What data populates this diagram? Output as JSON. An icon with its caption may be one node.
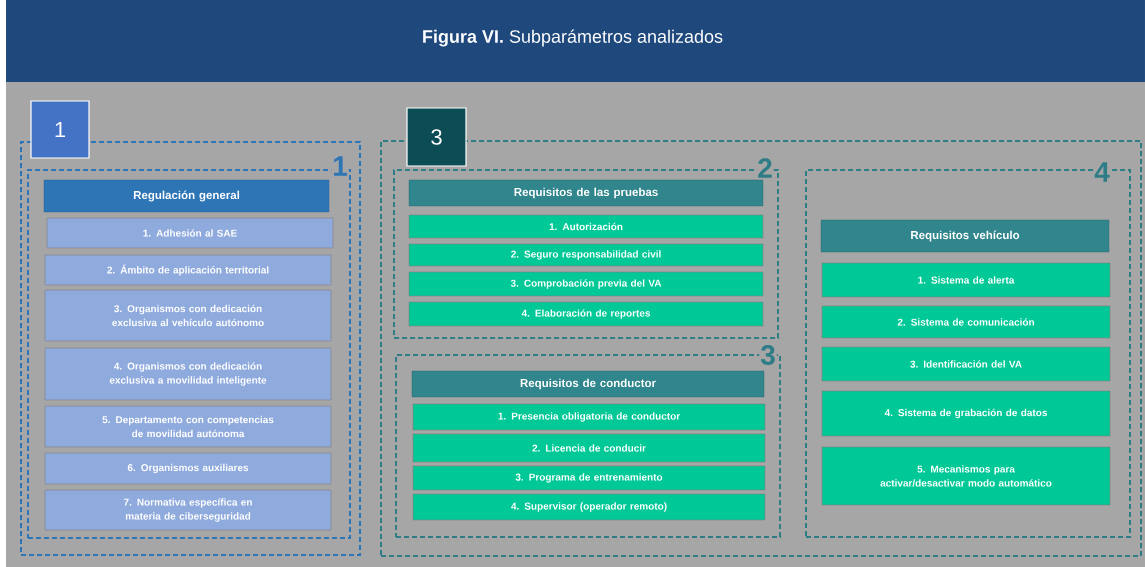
{
  "diagram": {
    "title": "**Figura VI.** Subparámetros analizados",
    "nodes": [
      {
        "text": [
          "1"
        ]
      },
      {
        "text": [
          "1"
        ],
        "in": 0
      },
      {
        "text": [
          "Regulación general"
        ],
        "in": 1
      },
      {
        "text": [
          "1. Adhesión al SAE"
        ],
        "in": 1
      },
      {
        "text": [
          "2. Ámbito de aplicación territorial"
        ],
        "in": 1
      },
      {
        "text": [
          "3. Organismos con dedicación exclusiva al vehículo autónomo"
        ],
        "in": 1
      },
      {
        "text": [
          "4. Organismos con dedicación exclusiva a movilidad inteligente"
        ],
        "in": 1
      },
      {
        "text": [
          "5. Departamento con competencias de movilidad autónoma"
        ],
        "in": 1
      },
      {
        "text": [
          "6. Organismos auxiliares"
        ],
        "in": 1
      },
      {
        "text": [
          "7. Normativa específica en materia de ciberseguridad"
        ],
        "in": 1
      },
      {
        "text": [
          "3"
        ]
      },
      {
        "text": [
          "2"
        ],
        "in": 10
      },
      {
        "text": [
          "Requisitos de las pruebas"
        ],
        "in": 11
      },
      {
        "text": [
          "1. Autorización"
        ],
        "in": 11
      },
      {
        "text": [
          "2. Seguro responsabilidad civil"
        ],
        "in": 11
      },
      {
        "text": [
          "3. Comprobación previa del VA"
        ],
        "in": 11
      },
      {
        "text": [
          "4. Elaboración de reportes"
        ],
        "in": 11
      },
      {
        "text": [
          "3"
        ],
        "in": 10
      },
      {
        "text": [
          "Requisitos de conductor"
        ],
        "in": 17
      },
      {
        "text": [
          "1. Presencia obligatoria de conductor"
        ],
        "in": 17
      },
      {
        "text": [
          "2. Licencia de conducir"
        ],
        "in": 17
      },
      {
        "text": [
          "3. Programa de entrenamiento"
        ],
        "in": 17
      },
      {
        "text": [
          "4. Supervisor (operador remoto)"
        ],
        "in": 17
      },
      {
        "text": [
          "4"
        ],
        "in": 10
      },
      {
        "text": [
          "Requisitos vehículo"
        ],
        "in": 23
      },
      {
        "text": [
          "1. Sistema de alerta"
        ],
        "in": 23
      },
      {
        "text": [
          "2. Sistema de comunicación"
        ],
        "in": 23
      },
      {
        "text": [
          "3. Identificación del VA"
        ],
        "in": 23
      },
      {
        "text": [
          "4. Sistema de grabación de datos"
        ],
        "in": 23
      },
      {
        "text": [
          "5. Mecanismos para activar/desactivar modo automático"
        ],
        "in": 23
      }
    ]
  }
}
